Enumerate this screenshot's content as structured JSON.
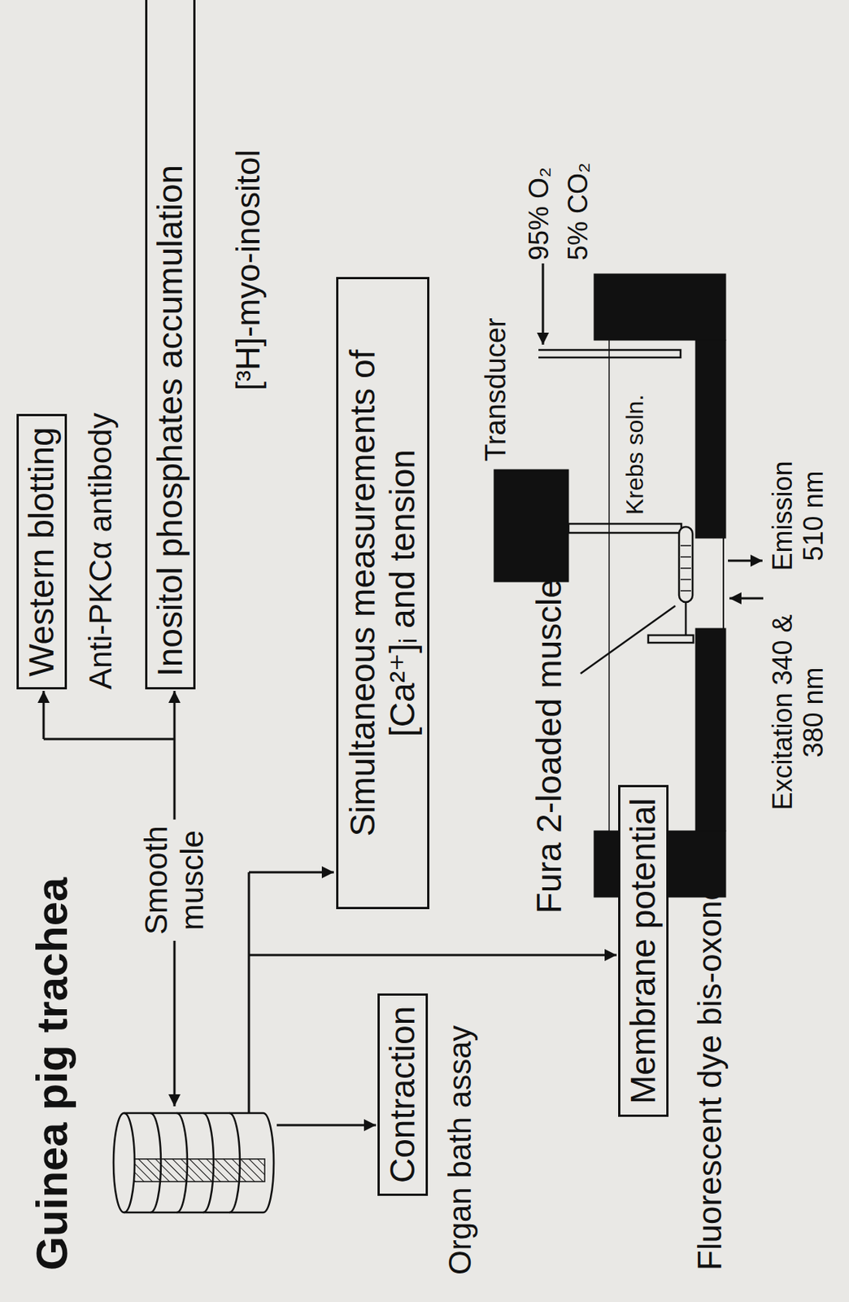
{
  "diagram": {
    "title": "Guinea pig trachea",
    "nodes": [
      {
        "text": [
          "Western blotting",
          "Anti-PKCα antibody"
        ]
      },
      {
        "text": [
          "Inositol phosphates accumulation",
          "[³H]-myo-inositol"
        ]
      },
      {
        "text": [
          "Simultaneous measurements of [Ca²⁺]ᵢ and tension"
        ]
      },
      {
        "text": [
          "Contraction",
          "Organ bath assay"
        ]
      },
      {
        "text": [
          "Membrane potential",
          "Fluorescent dye bis-oxonol"
        ]
      }
    ],
    "labels": [
      "Smooth muscle",
      "Transducer",
      "Fura 2-loaded muscle",
      "95% O₂",
      "5% CO₂",
      "Krebs soln.",
      "Excitation 340 & 380 nm",
      "Emission 510 nm"
    ]
  }
}
